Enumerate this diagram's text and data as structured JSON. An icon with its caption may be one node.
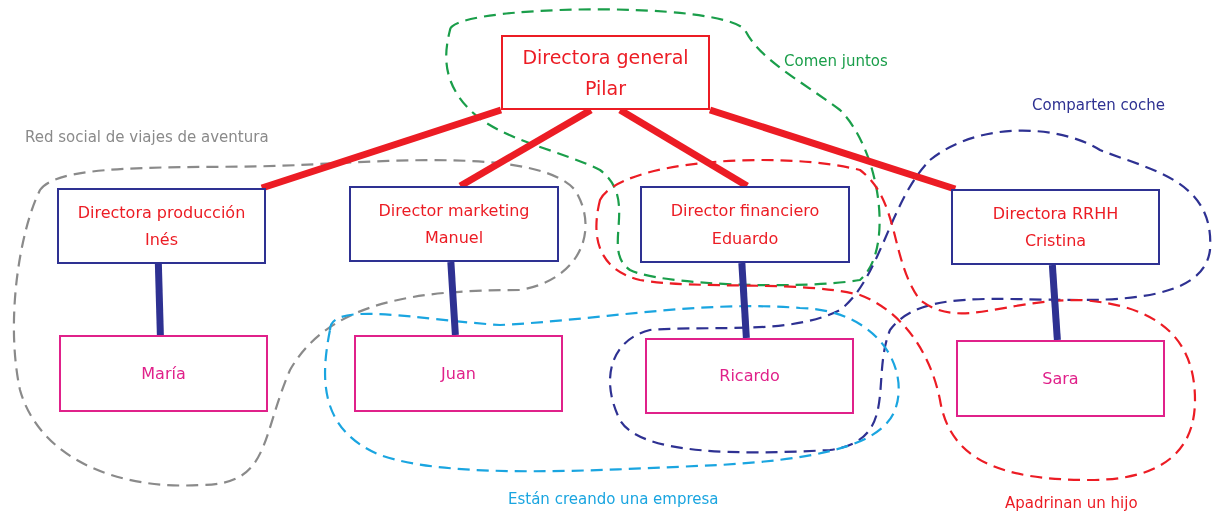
{
  "diagram": {
    "nodes": [
      {
        "text": [
          "Directora general",
          "Pilar"
        ]
      },
      {
        "text": [
          "Directora producción",
          "Inés"
        ]
      },
      {
        "text": [
          "Director marketing",
          "Manuel"
        ]
      },
      {
        "text": [
          "Director financiero",
          "Eduardo"
        ]
      },
      {
        "text": [
          "Directora RRHH",
          "Cristina"
        ]
      },
      {
        "text": [
          "María"
        ]
      },
      {
        "text": [
          "Juan"
        ]
      },
      {
        "text": [
          "Ricardo"
        ]
      },
      {
        "text": [
          "Sara"
        ]
      }
    ],
    "edges": [
      {
        "from": 0,
        "to": 1,
        "arrow": "none",
        "color": "#ec1c24"
      },
      {
        "from": 0,
        "to": 2,
        "arrow": "none",
        "color": "#ec1c24"
      },
      {
        "from": 0,
        "to": 3,
        "arrow": "none",
        "color": "#ec1c24"
      },
      {
        "from": 0,
        "to": 4,
        "arrow": "none",
        "color": "#ec1c24"
      },
      {
        "from": 1,
        "to": 5,
        "arrow": "none",
        "color": "#2e3192"
      },
      {
        "from": 2,
        "to": 6,
        "arrow": "none",
        "color": "#2e3192"
      },
      {
        "from": 3,
        "to": 7,
        "arrow": "none",
        "color": "#2e3192"
      },
      {
        "from": 4,
        "to": 8,
        "arrow": "none",
        "color": "#2e3192"
      }
    ],
    "labels": [
      "Comen juntos",
      "Comparten coche",
      "Red social de viajes de aventura",
      "Están creando una empresa",
      "Apadrinan un hijo"
    ]
  }
}
